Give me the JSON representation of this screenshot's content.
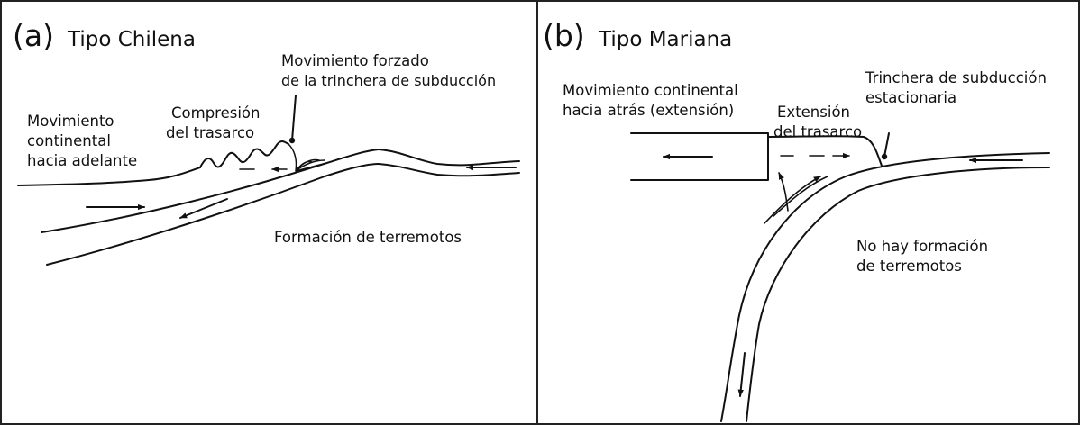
{
  "panels": {
    "a": {
      "letter": "(a)",
      "name": "Tipo Chilena",
      "labels": {
        "forced_trench_l1": "Movimiento forzado",
        "forced_trench_l2": "de la trinchera de subducción",
        "compression_l1": "Compresión",
        "compression_l2": "del trasarco",
        "continental_l1": "Movimiento",
        "continental_l2": "continental",
        "continental_l3": "hacia adelante",
        "earthquakes": "Formación de terremotos"
      }
    },
    "b": {
      "letter": "(b)",
      "name": "Tipo Mariana",
      "labels": {
        "continental_l1": "Movimiento continental",
        "continental_l2": "hacia atrás (extensión)",
        "extension_l1": "Extensión",
        "extension_l2": "del trasarco",
        "trench_l1": "Trinchera de subducción",
        "trench_l2": "estacionaria",
        "no_eq_l1": "No hay formación",
        "no_eq_l2": "de terremotos"
      }
    }
  },
  "colors": {
    "line": "#111111",
    "frame": "#222222",
    "background": "#ffffff"
  }
}
